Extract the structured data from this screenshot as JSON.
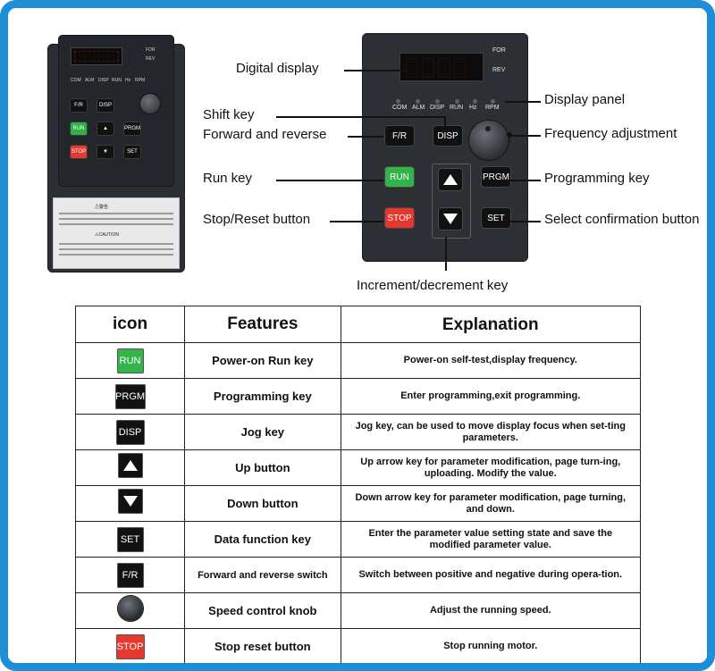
{
  "colors": {
    "frame": "#1e8fd6",
    "run": "#32b548",
    "stop": "#e6372f",
    "panel": "#2c3034"
  },
  "unit": {
    "for": "FOR",
    "rev": "REV",
    "indicators": [
      "COM",
      "ALM",
      "DISP",
      "RUN",
      "Hz",
      "RPM"
    ],
    "keys": {
      "fr": "F/R",
      "disp": "DISP",
      "run": "RUN",
      "prgm": "PRGM",
      "stop": "STOP",
      "set": "SET"
    },
    "label_warning": "⚠警告",
    "label_caution": "⚠CAUTION"
  },
  "panel": {
    "for": "FOR",
    "rev": "REV",
    "indicators": [
      "COM",
      "ALM",
      "DISP",
      "RUN",
      "Hz",
      "RPM"
    ],
    "keys": {
      "fr": "F/R",
      "disp": "DISP",
      "run": "RUN",
      "prgm": "PRGM",
      "stop": "STOP",
      "set": "SET"
    }
  },
  "callouts": {
    "digital_display": "Digital display",
    "display_panel": "Display panel",
    "shift_key": "Shift key",
    "forward_reverse": "Forward and reverse",
    "frequency_adjustment": "Frequency adjustment",
    "run_key": "Run key",
    "programming_key": "Programming key",
    "stop_reset": "Stop/Reset button",
    "select_confirmation": "Select confirmation button",
    "increment_decrement": "Increment/decrement key"
  },
  "table": {
    "headers": {
      "icon": "icon",
      "features": "Features",
      "explanation": "Explanation"
    },
    "rows": [
      {
        "icon_label": "RUN",
        "icon": "run-key-icon",
        "feature": "Power-on  Run key",
        "explanation": "Power-on self-test,display frequency."
      },
      {
        "icon_label": "PRGM",
        "icon": "prgm-key-icon",
        "feature": "Programming  key",
        "explanation": "Enter programming,exit programming."
      },
      {
        "icon_label": "DISP",
        "icon": "disp-key-icon",
        "feature": "Jog  key",
        "explanation": "Jog key, can be used to move display focus when set-ting parameters."
      },
      {
        "icon_label": "",
        "icon": "up-arrow-icon",
        "feature": "Up  button",
        "explanation": "Up arrow key for parameter modification, page turn-ing, uploading. Modify the value."
      },
      {
        "icon_label": "",
        "icon": "down-arrow-icon",
        "feature": "Down  button",
        "explanation": "Down arrow key for parameter modification, page turning, and down."
      },
      {
        "icon_label": "SET",
        "icon": "set-key-icon",
        "feature": "Data function key",
        "explanation": "Enter the parameter value setting state and save the modified parameter value."
      },
      {
        "icon_label": "F/R",
        "icon": "fr-key-icon",
        "feature": "Forward and reverse switch",
        "explanation": "Switch between positive and negative during opera-tion."
      },
      {
        "icon_label": "",
        "icon": "knob-icon",
        "feature": "Speed control knob",
        "explanation": "Adjust the running speed."
      },
      {
        "icon_label": "STOP",
        "icon": "stop-key-icon",
        "feature": "Stop reset button",
        "explanation": "Stop running motor."
      }
    ]
  }
}
